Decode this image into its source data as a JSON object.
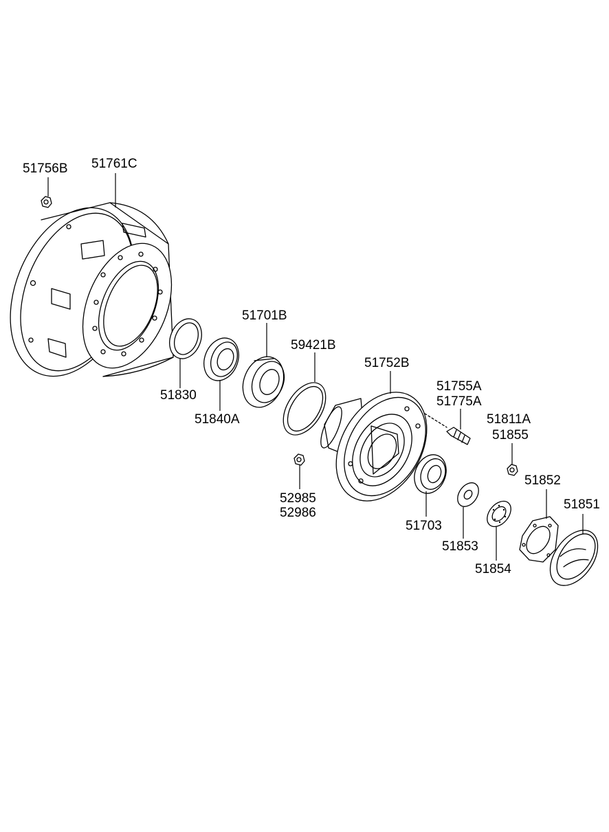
{
  "diagram": {
    "parts": {
      "nut_wheel": "51756B",
      "brake_drum": "51761C",
      "oil_seal_inner": "51830",
      "bearing_cup_inner": "51840A",
      "bearing_inner": "51701B",
      "snap_ring": "59421B",
      "hub": "51752B",
      "hub_bolt_1": "51755A",
      "hub_bolt_2": "51775A",
      "nut_hub_1": "52985",
      "nut_hub_2": "52986",
      "bearing_outer": "51703",
      "washer": "51853",
      "lock_nut": "51854",
      "screw_1": "51811A",
      "screw_2": "51855",
      "gasket": "51852",
      "hub_cap": "51851"
    }
  }
}
